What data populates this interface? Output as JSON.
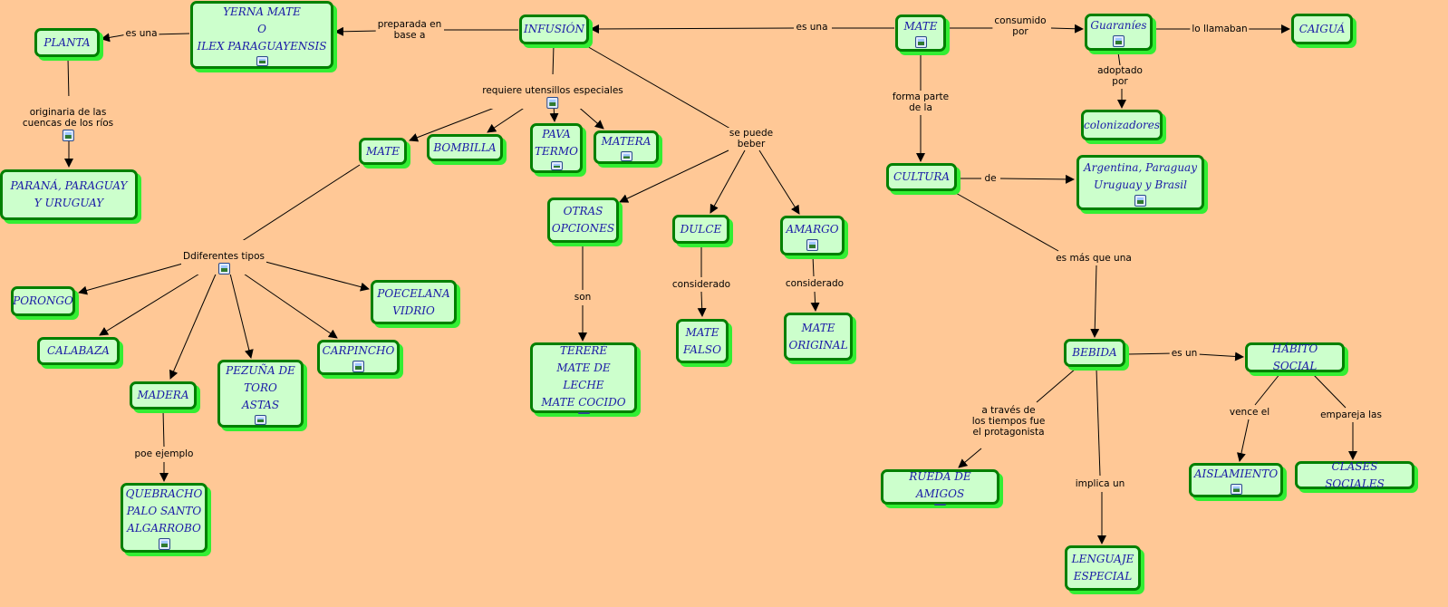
{
  "concepts": {
    "yerba": {
      "text": "YERNA MATE\nO\nILEX PARAGUAYENSIS",
      "resource_icon": "image-icon"
    },
    "planta": {
      "text": "PLANTA"
    },
    "parana": {
      "text": "PARANÁ, PARAGUAY\nY URUGUAY"
    },
    "infusion": {
      "text": "INFUSIÓN"
    },
    "mate_top": {
      "text": "MATE",
      "resource_icon": "image-icon"
    },
    "guaranies": {
      "text": "Guaraníes",
      "resource_icon": "image-icon"
    },
    "caigua": {
      "text": "CAIGUÁ"
    },
    "colonizadores": {
      "text": "colonizadores"
    },
    "cultura": {
      "text": "CULTURA"
    },
    "argentina": {
      "text": "Argentina, Paraguay\nUruguay y Brasil",
      "resource_icon": "image-icon"
    },
    "mate_mid": {
      "text": "MATE"
    },
    "bombilla": {
      "text": "BOMBILLA"
    },
    "pava": {
      "text": "PAVA\nTERMO",
      "resource_icon": "image-icon"
    },
    "matera": {
      "text": "MATERA",
      "resource_icon": "image-icon"
    },
    "otras": {
      "text": "OTRAS\nOPCIONES"
    },
    "dulce": {
      "text": "DULCE"
    },
    "amargo": {
      "text": "AMARGO",
      "resource_icon": "image-icon"
    },
    "porongo": {
      "text": "PORONGO"
    },
    "calabaza": {
      "text": "CALABAZA"
    },
    "madera": {
      "text": "MADERA"
    },
    "pezuna": {
      "text": "PEZUÑA DE\nTORO\nASTAS",
      "resource_icon": "image-icon"
    },
    "carpincho": {
      "text": "CARPINCHO",
      "resource_icon": "image-icon"
    },
    "porcelana": {
      "text": "POECELANA\nVIDRIO"
    },
    "quebracho": {
      "text": "QUEBRACHO\nPALO SANTO\nALGARROBO",
      "resource_icon": "image-icon"
    },
    "terere": {
      "text": "TERERÉ\nMATE DE LECHE\nMATE COCIDO",
      "resource_icon": "image-icon"
    },
    "mate_falso": {
      "text": "MATE\nFALSO"
    },
    "mate_original": {
      "text": "MATE\nORIGINAL"
    },
    "bebida": {
      "text": "BEBIDA"
    },
    "habito": {
      "text": "HÁBITO SOCIAL"
    },
    "rueda": {
      "text": "RUEDA DE AMIGOS",
      "resource_icon": "image-icon"
    },
    "aislamiento": {
      "text": "AISLAMIENTO",
      "resource_icon": "image-icon"
    },
    "clases": {
      "text": "CLASES SOCIALES"
    },
    "lenguaje": {
      "text": "LENGUAJE\nESPECIAL"
    }
  },
  "links": {
    "es_una_1": {
      "text": "es una"
    },
    "preparada": {
      "text": "preparada en\nbase a"
    },
    "es_una_2": {
      "text": "es una"
    },
    "consumido": {
      "text": "consumido\npor"
    },
    "llamaban": {
      "text": "lo llamaban"
    },
    "adoptado": {
      "text": "adoptado\npor"
    },
    "originaria": {
      "text": "originaria de las\ncuencas de los ríos",
      "resource_icon": "image-icon"
    },
    "requiere": {
      "text": "requiere utensillos especiales",
      "resource_icon": "image-icon"
    },
    "se_puede": {
      "text": "se puede\nbeber"
    },
    "forma_parte": {
      "text": "forma parte\nde la"
    },
    "de": {
      "text": "de"
    },
    "mas_que": {
      "text": "es más que una"
    },
    "diferentes": {
      "text": "Ddiferentes tipos",
      "resource_icon": "image-icon"
    },
    "son": {
      "text": "son"
    },
    "considerado_1": {
      "text": "considerado"
    },
    "considerado_2": {
      "text": "considerado"
    },
    "poe_ejemplo": {
      "text": "poe ejemplo"
    },
    "es_un": {
      "text": "es un"
    },
    "a_traves": {
      "text": "a través de\nlos tiempos fue\nel protagonista"
    },
    "implica": {
      "text": "implica un"
    },
    "vence": {
      "text": "vence el"
    },
    "empareja": {
      "text": "empareja las"
    }
  },
  "colors": {
    "background": "#ffc896",
    "concept_fill": "#ccffcc",
    "concept_border": "#008000",
    "concept_text": "#1a1aa6",
    "line": "#000000"
  }
}
